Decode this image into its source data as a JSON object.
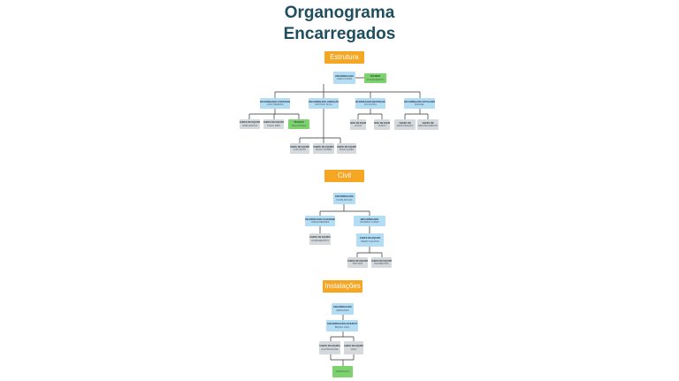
{
  "title": {
    "line1": "Organograma",
    "line2": "Encarregados"
  },
  "sections": {
    "estrutura": "Estrutura",
    "civil": "Civil",
    "instalacoes": "Instalações"
  },
  "colors": {
    "title": "#1f4e5f",
    "section": "#f5a623",
    "manager": "#b3dcf5",
    "staff": "#d6d9dc",
    "highlight": "#7dd36b"
  },
  "estrutura": {
    "root": {
      "role": "ENCARREGADO",
      "name": "CARLOS DIAS"
    },
    "aside": {
      "role": "TÉCNICO",
      "name": "PLANEAMENTO"
    },
    "leads": [
      {
        "role": "ENCARREGADO COFRAGEM",
        "name": "JOÃO PEREIRA"
      },
      {
        "role": "ENCARREGADO ARMAÇÃO",
        "name": "ANTÓNIO SILVA"
      },
      {
        "role": "ENCARREGADO BETONAGEM",
        "name": "RUI COSTA"
      },
      {
        "role": "ENCARREGADO ESTALEIRO",
        "name": "MANUEL"
      }
    ],
    "team1": [
      {
        "role": "CHEFE DE EQUIPA",
        "name": "JOSÉ ARAÚJO"
      },
      {
        "role": "CHEFE DE EQUIPA",
        "name": "TIAGO REIS"
      },
      {
        "role": "TÉCNICO",
        "name": "SEGURANÇA"
      }
    ],
    "team2": [
      {
        "role": "CHEFE DE EQUIPA",
        "name": "LUÍS MOTA"
      },
      {
        "role": "CHEFE DE EQUIPA",
        "name": "PAULO NUNES"
      },
      {
        "role": "CHEFE DE EQUIPA",
        "name": "NUNO ALVES"
      }
    ],
    "team3": [
      {
        "role": "CHEFE DE EQUIPA",
        "name": "HUGO"
      },
      {
        "role": "CHEFE DE EQUIPA",
        "name": "VASCO"
      }
    ],
    "team4": [
      {
        "role": "CHEFE DE",
        "name": "MANUTENÇÃO"
      },
      {
        "role": "CHEFE DE",
        "name": "ABASTECIMENTO"
      }
    ]
  },
  "civil": {
    "root": {
      "role": "ENCARREGADO",
      "name": "FILIPE ROCHA"
    },
    "left": {
      "role": "ENCARREGADO ALVENARIA",
      "name": "JORGE MENDES"
    },
    "left_child": {
      "role": "CHEFE DE EQUIPA",
      "name": "ACABAMENTOS"
    },
    "right": {
      "role": "ENCARREGADO",
      "name": "RICARDO LOPES"
    },
    "right_mid": {
      "role": "CHEFE DE EQUIPA",
      "name": "PEDRO SANTOS"
    },
    "right_children": [
      {
        "role": "CHEFE DE EQUIPA",
        "name": "PINTURA"
      },
      {
        "role": "CHEFE DE EQUIPA",
        "name": "PAVIMENTOS"
      }
    ]
  },
  "instalacoes": {
    "root": {
      "role": "ENCARREGADO",
      "name": "FERNANDO"
    },
    "mid": {
      "role": "ENCARREGADO ADJUNTO",
      "name": "BRUNO LIMA"
    },
    "children": [
      {
        "role": "CHEFE DE EQUIPA",
        "name": "ELETRICIDADE"
      },
      {
        "role": "CHEFE DE EQUIPA",
        "name": "AVAC"
      }
    ],
    "bottom": {
      "role": "",
      "name": "HIDRÁULICA"
    }
  }
}
